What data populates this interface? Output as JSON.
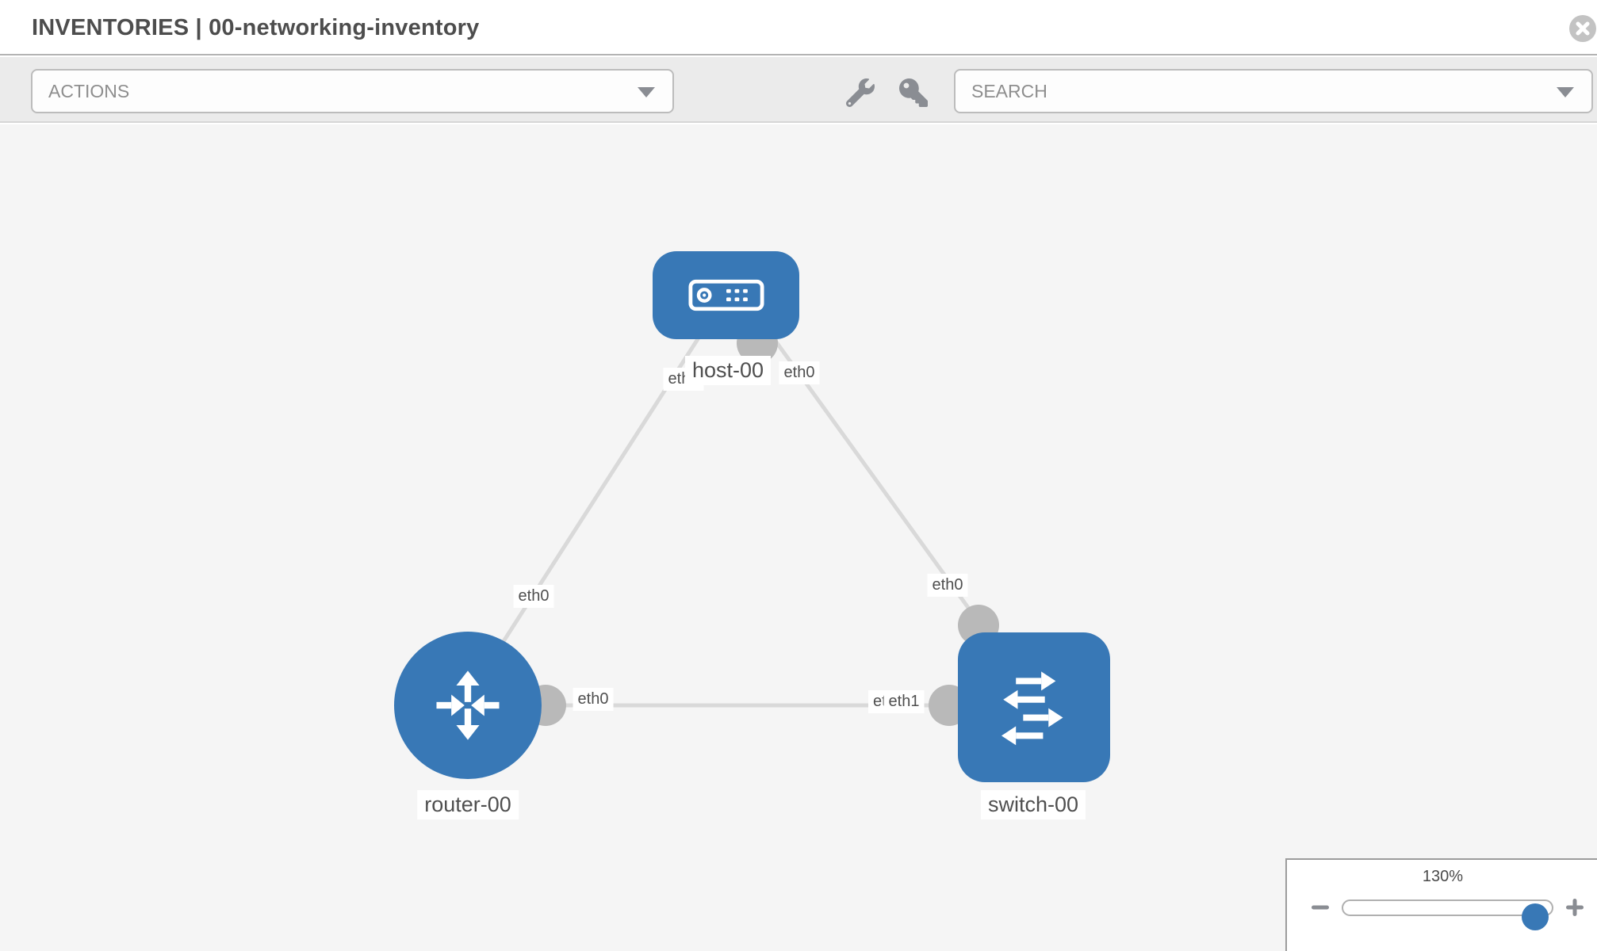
{
  "header": {
    "title": "INVENTORIES | 00-networking-inventory",
    "close_icon": "circle-x-icon"
  },
  "toolbar": {
    "actions_label": "ACTIONS",
    "search_label": "SEARCH",
    "icons": {
      "wrench": "wrench-icon",
      "key": "key-icon",
      "dropdown": "caret-down-icon"
    }
  },
  "topology": {
    "nodes": [
      {
        "id": "host-00",
        "label": "host-00",
        "type": "host",
        "icon": "server-icon"
      },
      {
        "id": "router-00",
        "label": "router-00",
        "type": "router",
        "icon": "router-arrows-icon"
      },
      {
        "id": "switch-00",
        "label": "switch-00",
        "type": "switch",
        "icon": "switch-arrows-icon"
      }
    ],
    "links": [
      {
        "source": "host-00",
        "target": "router-00",
        "source_interface": "eth0",
        "target_interface": "eth0"
      },
      {
        "source": "host-00",
        "target": "switch-00",
        "source_interface": "eth0",
        "target_interface": "eth0"
      },
      {
        "source": "router-00",
        "target": "switch-00",
        "source_interface": "eth0",
        "target_interface": "eth1"
      }
    ],
    "interface_labels": {
      "host_side_to_router": "eth0",
      "host_side_to_switch": "eth0",
      "router_side_to_host": "eth0",
      "switch_side_to_host": "eth0",
      "router_side_to_switch": "eth0",
      "switch_side_to_router_back": "eth0",
      "switch_side_to_router_front": "eth1"
    }
  },
  "zoom_control": {
    "level": "130%",
    "minus_icon": "minus-icon",
    "plus_icon": "plus-icon"
  },
  "colors": {
    "node_blue": "#3878b6",
    "edge_gray": "#d9d9d9",
    "connector_gray": "#b9b9b9",
    "canvas_bg": "#f5f5f5",
    "toolbar_bg": "#ebebeb"
  }
}
